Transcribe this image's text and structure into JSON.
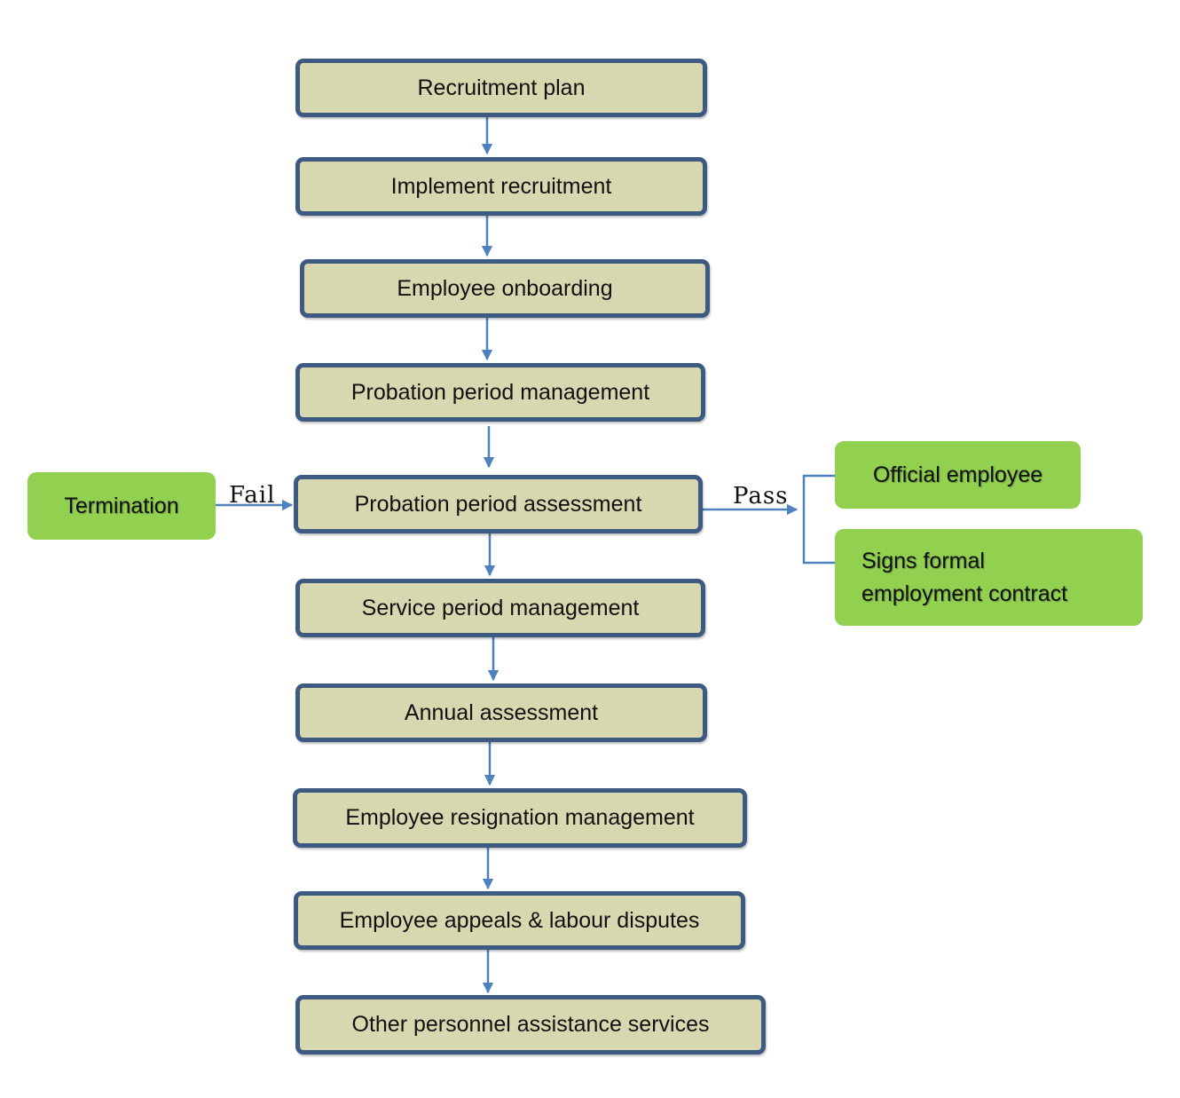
{
  "steps": [
    "Recruitment plan",
    "Implement recruitment",
    "Employee onboarding",
    "Probation period management",
    "Probation period assessment",
    "Service period management",
    "Annual assessment",
    "Employee resignation management",
    "Employee appeals & labour disputes",
    "Other personnel assistance services"
  ],
  "outcomes": {
    "fail": "Termination",
    "pass": [
      "Official employee",
      "Signs formal employment contract"
    ]
  },
  "edge_labels": {
    "fail": "Fail",
    "pass": "Pass"
  },
  "colors": {
    "step_fill": "#d8d8b0",
    "step_border": "#3d5a83",
    "outcome_fill": "#92d050",
    "connector": "#4f81bd"
  }
}
